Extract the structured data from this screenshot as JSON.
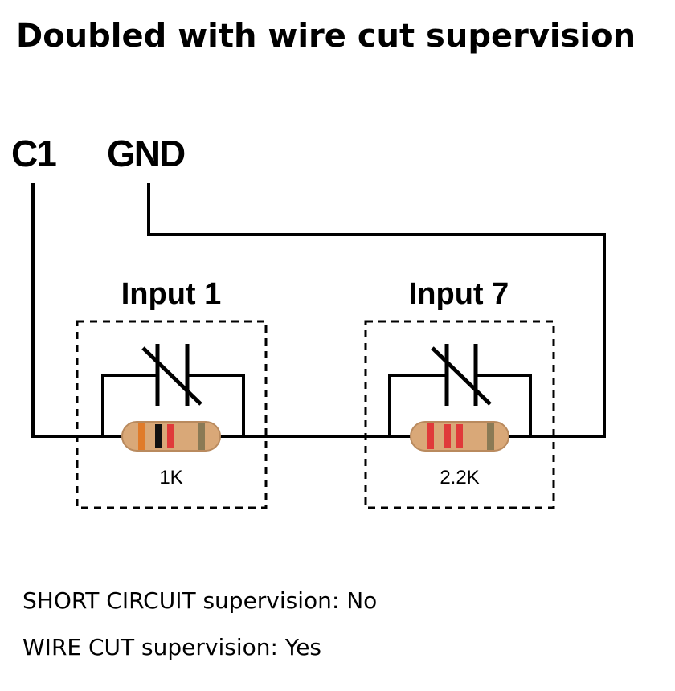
{
  "title": "Doubled with wire cut supervision",
  "terminals": {
    "c1": "C1",
    "gnd": "GND"
  },
  "inputs": [
    {
      "label": "Input 1",
      "resistor_value": "1K",
      "bands": [
        "#e07b2a",
        "#111111",
        "#e03a3a",
        "#8a7a55"
      ]
    },
    {
      "label": "Input 7",
      "resistor_value": "2.2K",
      "bands": [
        "#e03a3a",
        "#e03a3a",
        "#e03a3a",
        "#8a7a55"
      ]
    }
  ],
  "notes": {
    "short_circuit": "SHORT CIRCUIT supervision: No",
    "wire_cut": "WIRE CUT supervision: Yes"
  },
  "colors": {
    "wire": "#000000",
    "resistor_body": "#d9a878",
    "resistor_outline": "#b98a5e"
  }
}
